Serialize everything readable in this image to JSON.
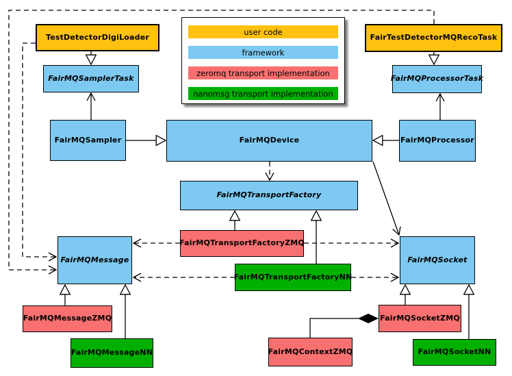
{
  "diagram": {
    "kind": "uml-class-diagram",
    "nodes": {
      "test_detector_digi_loader": "TestDetectorDigiLoader",
      "fair_test_detector_mq_reco_task": "FairTestDetectorMQRecoTask",
      "fairmq_sampler_task": "FairMQSamplerTask",
      "fairmq_processor_task": "FairMQProcessorTask",
      "fairmq_sampler": "FairMQSampler",
      "fairmq_device": "FairMQDevice",
      "fairmq_processor": "FairMQProcessor",
      "fairmq_transport_factory": "FairMQTransportFactory",
      "fairmq_transport_factory_zmq": "FairMQTransportFactoryZMQ",
      "fairmq_transport_factory_nn": "FairMQTransportFactoryNN",
      "fairmq_message": "FairMQMessage",
      "fairmq_socket": "FairMQSocket",
      "fairmq_message_zmq": "FairMQMessageZMQ",
      "fairmq_message_nn": "FairMQMessageNN",
      "fairmq_socket_zmq": "FairMQSocketZMQ",
      "fairmq_socket_nn": "FairMQSocketNN",
      "fairmq_context_zmq": "FairMQContextZMQ"
    },
    "legend": {
      "items": [
        {
          "label": "user code",
          "color": "#FFC110"
        },
        {
          "label": "framework",
          "color": "#7DC9F1"
        },
        {
          "label": "zeromq transport implementation",
          "color": "#F97070"
        },
        {
          "label": "nanomsg transport implementation",
          "color": "#00B000"
        }
      ]
    },
    "edges": [
      {
        "from": "TestDetectorDigiLoader",
        "to": "FairMQSamplerTask",
        "type": "inheritance"
      },
      {
        "from": "FairTestDetectorMQRecoTask",
        "to": "FairMQProcessorTask",
        "type": "inheritance"
      },
      {
        "from": "FairMQSampler",
        "to": "FairMQDevice",
        "type": "inheritance"
      },
      {
        "from": "FairMQProcessor",
        "to": "FairMQDevice",
        "type": "inheritance"
      },
      {
        "from": "FairMQTransportFactoryZMQ",
        "to": "FairMQTransportFactory",
        "type": "inheritance"
      },
      {
        "from": "FairMQTransportFactoryNN",
        "to": "FairMQTransportFactory",
        "type": "inheritance"
      },
      {
        "from": "FairMQMessageZMQ",
        "to": "FairMQMessage",
        "type": "inheritance"
      },
      {
        "from": "FairMQMessageNN",
        "to": "FairMQMessage",
        "type": "inheritance"
      },
      {
        "from": "FairMQSocketZMQ",
        "to": "FairMQSocket",
        "type": "inheritance"
      },
      {
        "from": "FairMQSocketNN",
        "to": "FairMQSocket",
        "type": "inheritance"
      },
      {
        "from": "FairMQSampler",
        "to": "FairMQSamplerTask",
        "type": "association"
      },
      {
        "from": "FairMQProcessor",
        "to": "FairMQProcessorTask",
        "type": "association"
      },
      {
        "from": "FairMQDevice",
        "to": "FairMQSocket",
        "type": "association"
      },
      {
        "from": "FairMQDevice",
        "to": "FairMQTransportFactory",
        "type": "dependency"
      },
      {
        "from": "FairMQTransportFactoryZMQ",
        "to": "FairMQMessage",
        "type": "dependency"
      },
      {
        "from": "FairMQTransportFactoryZMQ",
        "to": "FairMQSocket",
        "type": "dependency"
      },
      {
        "from": "FairMQTransportFactoryNN",
        "to": "FairMQMessage",
        "type": "dependency"
      },
      {
        "from": "FairMQTransportFactoryNN",
        "to": "FairMQSocket",
        "type": "dependency"
      },
      {
        "from": "TestDetectorDigiLoader",
        "to": "FairMQMessage",
        "type": "dependency"
      },
      {
        "from": "FairTestDetectorMQRecoTask",
        "to": "FairMQMessage",
        "type": "dependency"
      },
      {
        "from": "FairMQContextZMQ",
        "to": "FairMQSocketZMQ",
        "type": "composition"
      }
    ]
  }
}
